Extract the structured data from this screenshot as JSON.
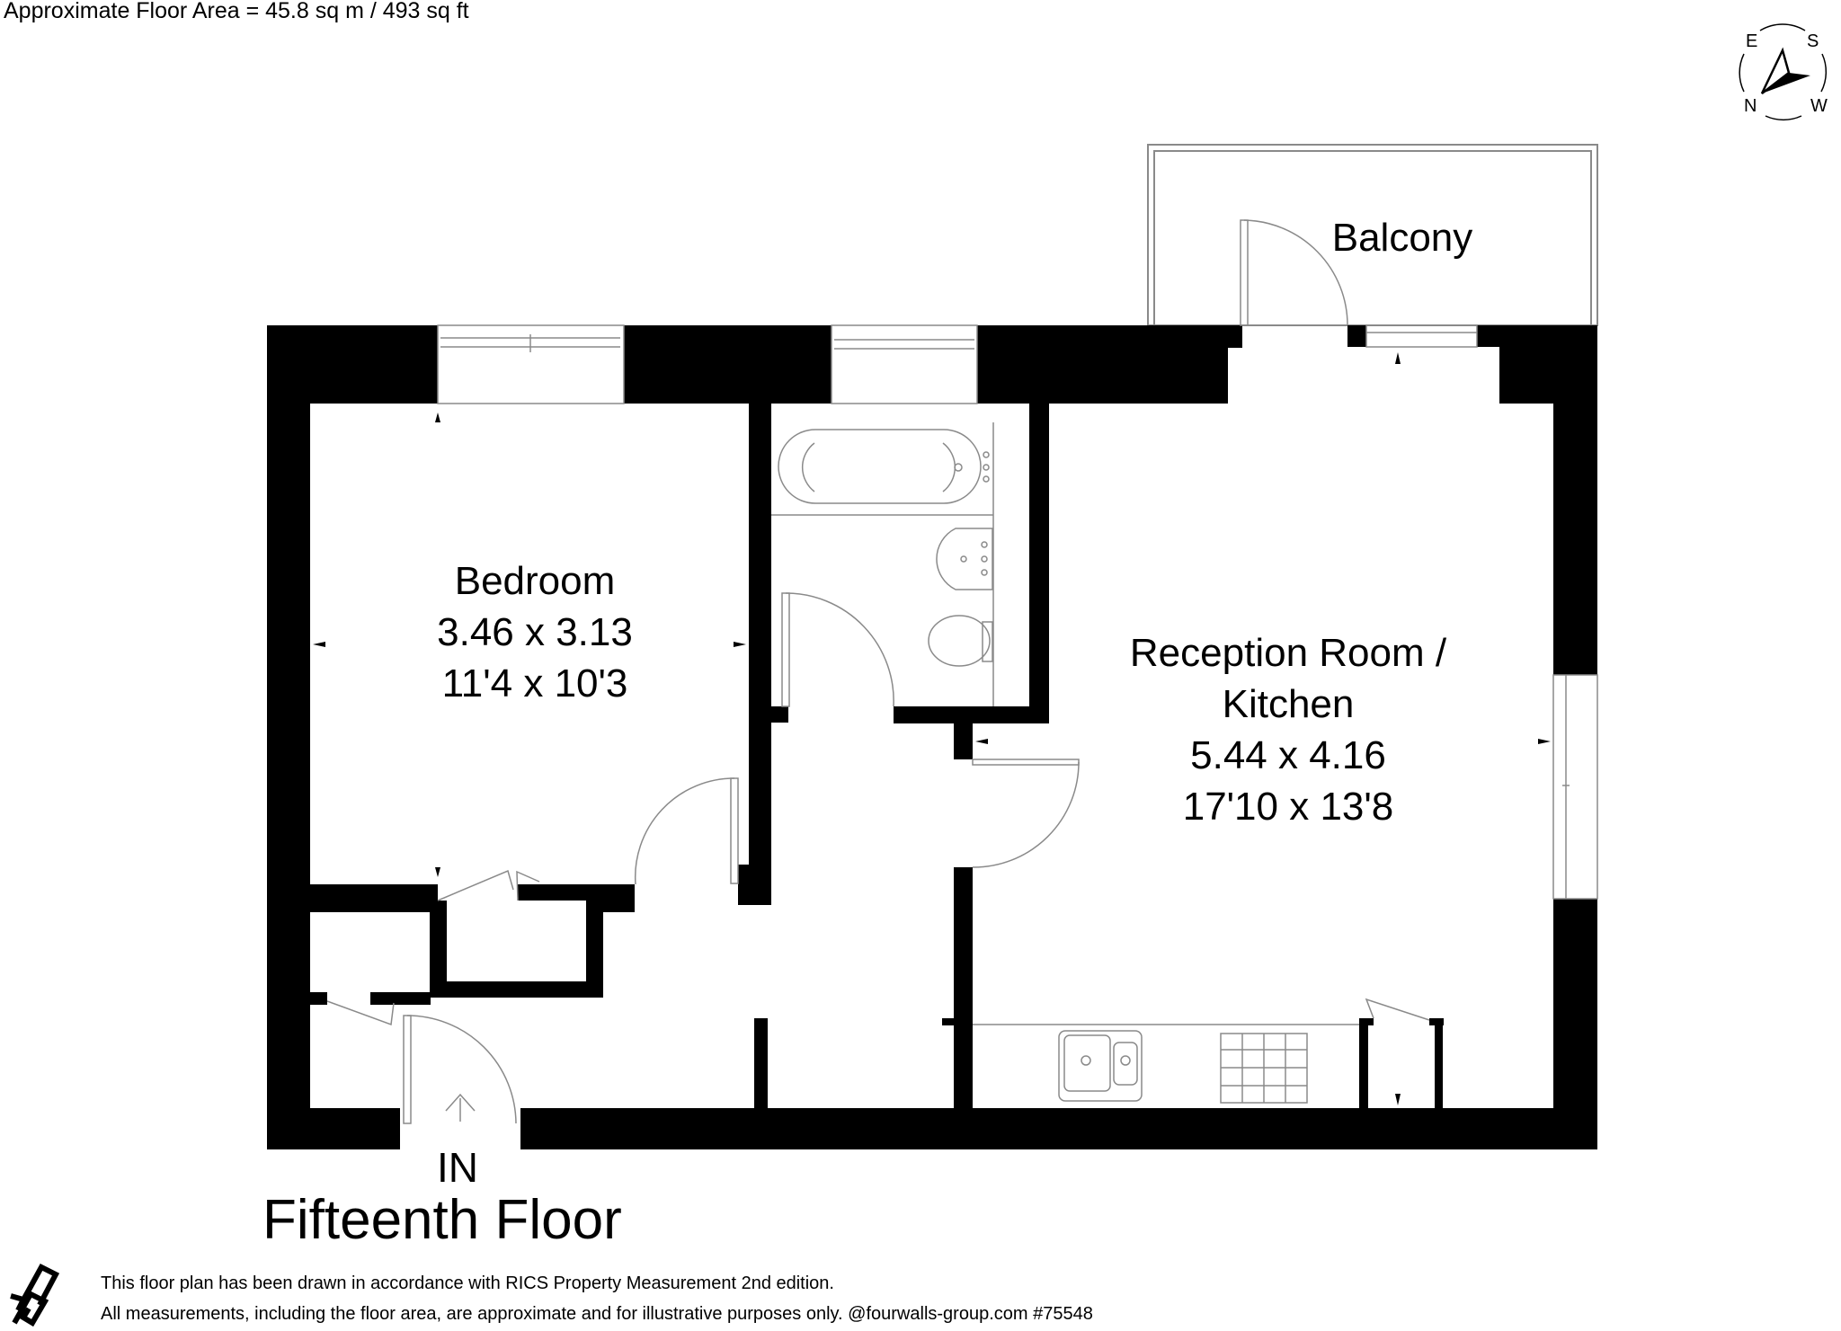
{
  "header": {
    "floor_area": "Approximate Floor Area = 45.8 sq m / 493 sq ft"
  },
  "compass": {
    "labels": {
      "top_left": "E",
      "top_right": "S",
      "bottom_left": "N",
      "bottom_right": "W"
    }
  },
  "rooms": [
    {
      "name": "Bedroom",
      "metric": "3.46 x 3.13",
      "imperial": "11'4 x 10'3"
    },
    {
      "name_line1": "Reception Room /",
      "name_line2": "Kitchen",
      "metric": "5.44 x 4.16",
      "imperial": "17'10 x 13'8"
    },
    {
      "name": "Balcony"
    }
  ],
  "entrance": {
    "label": "IN"
  },
  "floor": {
    "title": "Fifteenth Floor"
  },
  "footer": {
    "line1": "This floor plan has been drawn in accordance with RICS Property Measurement 2nd edition.",
    "line2": "All measurements, including the floor area, are approximate and for illustrative purposes only. @fourwalls-group.com #75548"
  },
  "colors": {
    "wall": "#000000",
    "fixture_line": "#8a8a8a",
    "background": "#ffffff"
  }
}
